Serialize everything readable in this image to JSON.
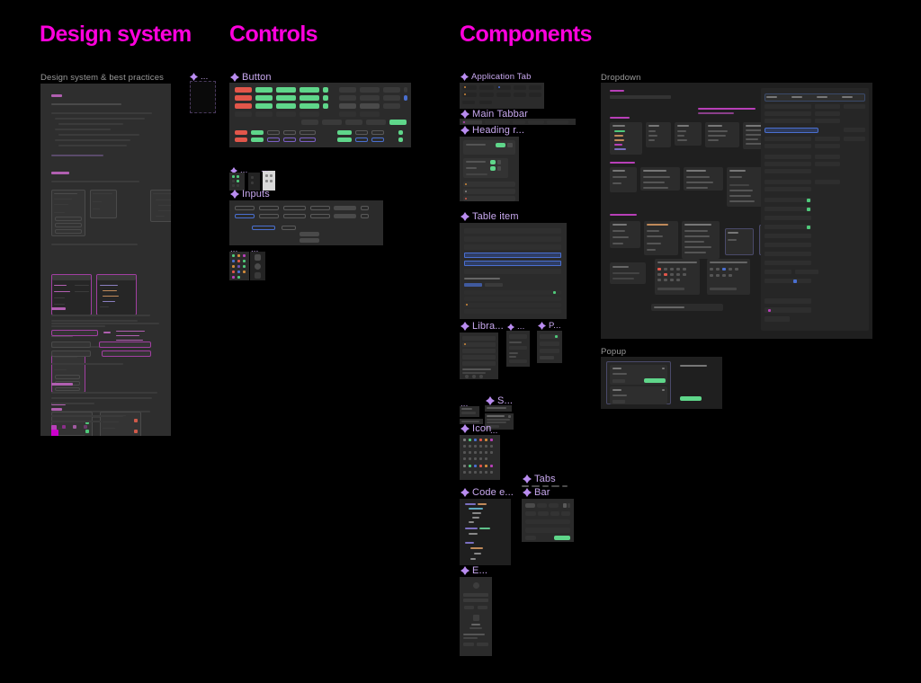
{
  "canvas": {
    "background": "#000000",
    "accent_magenta": "#ff00dd",
    "component_purple": "#c9a9f0",
    "frame_grey": "#9a9a9a"
  },
  "sections": [
    {
      "id": "design-system",
      "title": "Design system"
    },
    {
      "id": "controls",
      "title": "Controls"
    },
    {
      "id": "components",
      "title": "Components"
    }
  ],
  "design_system": {
    "frame_label": "Design system & best practices",
    "empty_component_label": "...",
    "doc": {
      "headings": [
        "Intro",
        "Structure",
        "List item",
        "Typography rules",
        "Colors"
      ],
      "swatches": [
        "#b83fb8",
        "#8a2f8a",
        "#d0a0d0",
        "#7a4a7a",
        "#5a2f5a"
      ]
    }
  },
  "controls": {
    "items": [
      {
        "label": "Button",
        "kind": "component"
      },
      {
        "label": "...",
        "kind": "component"
      },
      {
        "label": "...",
        "kind": "component"
      },
      {
        "label": "Inputs",
        "kind": "component"
      },
      {
        "label": "...",
        "kind": "component"
      },
      {
        "label": "...",
        "kind": "component"
      }
    ]
  },
  "components": {
    "items": [
      {
        "label": "Application Tab",
        "kind": "component"
      },
      {
        "label": "Main Tabbar",
        "kind": "component"
      },
      {
        "label": "Heading r...",
        "kind": "component"
      },
      {
        "label": "Table item",
        "kind": "component"
      },
      {
        "label": "Libra...",
        "kind": "component"
      },
      {
        "label": "...",
        "kind": "component"
      },
      {
        "label": "P...",
        "kind": "component"
      },
      {
        "label": "...",
        "kind": "component"
      },
      {
        "label": "S...",
        "kind": "component"
      },
      {
        "label": "Icon",
        "kind": "component"
      },
      {
        "label": "...",
        "kind": "component"
      },
      {
        "label": "Code e...",
        "kind": "component"
      },
      {
        "label": "Tabs",
        "kind": "component"
      },
      {
        "label": "Bar",
        "kind": "component"
      },
      {
        "label": "E...",
        "kind": "component"
      }
    ],
    "frames": [
      {
        "label": "Dropdown"
      },
      {
        "label": "Popup"
      }
    ]
  }
}
